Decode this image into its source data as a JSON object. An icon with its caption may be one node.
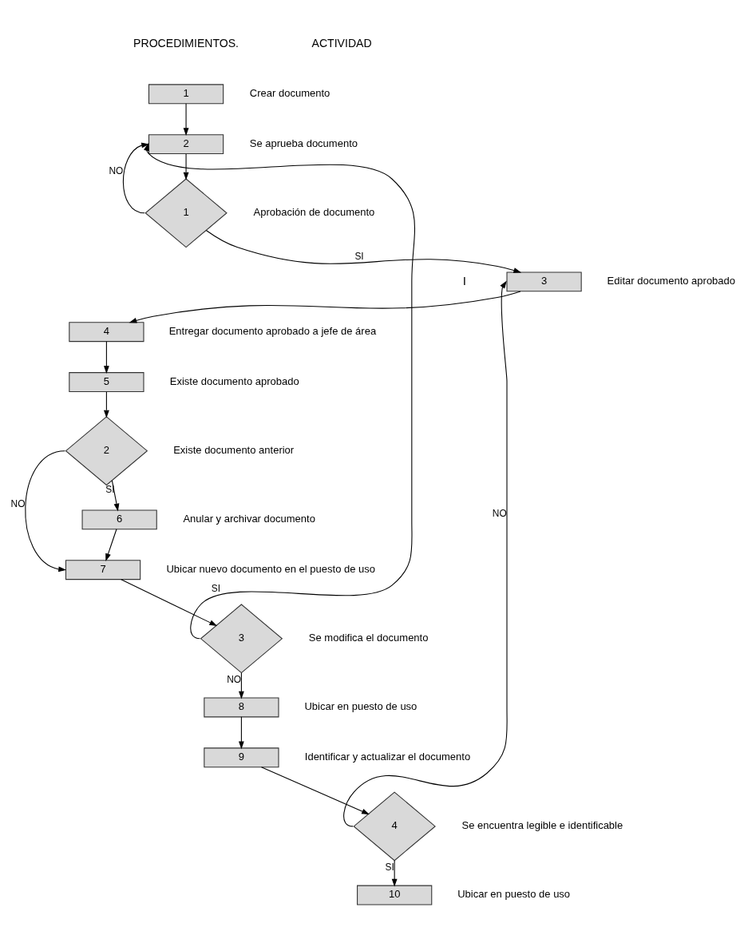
{
  "diagram": {
    "nodes": [
      {
        "text": [
          "1"
        ],
        "beside": [
          "Crear documento"
        ]
      },
      {
        "text": [
          "2"
        ],
        "beside": [
          "Se aprueba documento"
        ]
      },
      {
        "text": [
          "1"
        ],
        "beside": [
          "Aprobación de documento"
        ]
      },
      {
        "text": [
          "3"
        ],
        "beside": [
          "Editar documento aprobado"
        ]
      },
      {
        "text": [
          "4"
        ],
        "beside": [
          "Entregar documento aprobado a jefe de área"
        ]
      },
      {
        "text": [
          "5"
        ],
        "beside": [
          "Existe documento aprobado"
        ]
      },
      {
        "text": [
          "2"
        ],
        "beside": [
          "Existe documento anterior"
        ]
      },
      {
        "text": [
          "6"
        ],
        "beside": [
          "Anular y archivar documento"
        ]
      },
      {
        "text": [
          "7"
        ],
        "beside": [
          "Ubicar nuevo documento en el puesto de uso"
        ]
      },
      {
        "text": [
          "3"
        ],
        "beside": [
          "Se modifica el documento"
        ]
      },
      {
        "text": [
          "8"
        ],
        "beside": [
          "Ubicar en puesto de uso"
        ]
      },
      {
        "text": [
          "9"
        ],
        "beside": [
          "Identificar y actualizar el documento"
        ]
      },
      {
        "text": [
          "4"
        ],
        "beside": [
          "Se encuentra legible e identificable"
        ]
      },
      {
        "text": [
          "10"
        ],
        "beside": [
          "Ubicar en puesto de uso"
        ]
      }
    ],
    "edges": [
      {
        "from": 0,
        "to": 1,
        "arrow": "to"
      },
      {
        "from": 1,
        "to": 2,
        "arrow": "to"
      },
      {
        "from": 2,
        "to": 1,
        "arrow": "to",
        "label": "NO"
      },
      {
        "from": 2,
        "to": 3,
        "arrow": "to",
        "label": "SI"
      },
      {
        "from": 3,
        "to": 4,
        "arrow": "to"
      },
      {
        "from": 4,
        "to": 5,
        "arrow": "to"
      },
      {
        "from": 5,
        "to": 6,
        "arrow": "to"
      },
      {
        "from": 6,
        "to": 8,
        "arrow": "to",
        "label": "NO"
      },
      {
        "from": 6,
        "to": 7,
        "arrow": "to",
        "label": "SI"
      },
      {
        "from": 7,
        "to": 8,
        "arrow": "to"
      },
      {
        "from": 8,
        "to": 9,
        "arrow": "to"
      },
      {
        "from": 9,
        "to": 1,
        "arrow": "to",
        "label": "SI"
      },
      {
        "from": 9,
        "to": 10,
        "arrow": "to",
        "label": "NO"
      },
      {
        "from": 10,
        "to": 11,
        "arrow": "to"
      },
      {
        "from": 11,
        "to": 12,
        "arrow": "to"
      },
      {
        "from": 12,
        "to": 3,
        "arrow": "to",
        "label": "NO"
      },
      {
        "from": 12,
        "to": 13,
        "arrow": "to",
        "label": "SI"
      }
    ],
    "labels": [
      "PROCEDIMIENTOS.",
      "ACTIVIDAD",
      "I"
    ]
  }
}
